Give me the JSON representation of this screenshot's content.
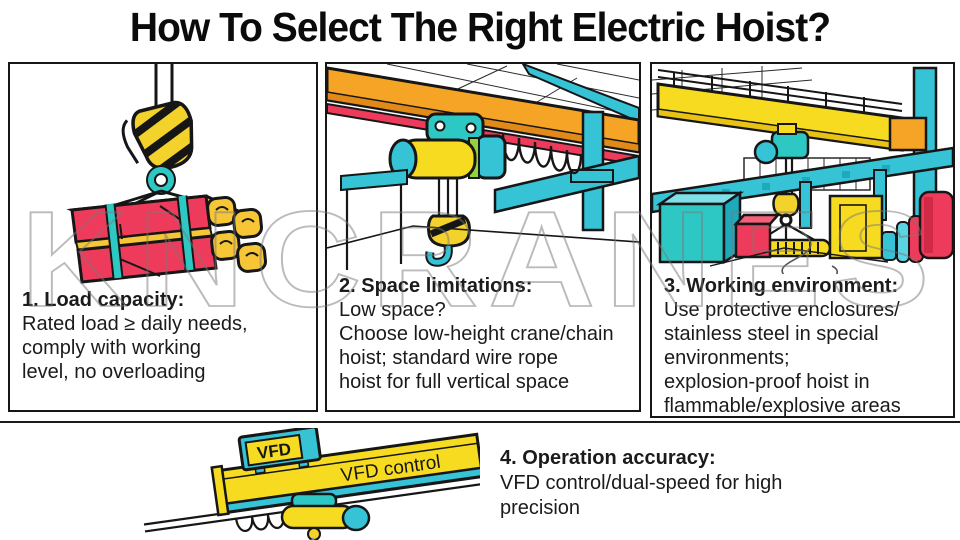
{
  "title": "How To Select The Right Electric Hoist?",
  "watermark": "KNCRANES",
  "panels": {
    "load_capacity": {
      "heading": "1. Load capacity:",
      "lines": [
        "Rated load ≥ daily needs,",
        "comply with working",
        "level, no overloading"
      ]
    },
    "space_limitations": {
      "heading": "2. Space limitations:",
      "lines": [
        "Low space?",
        "Choose low-height crane/chain",
        "hoist; standard wire rope",
        "hoist for full vertical space"
      ]
    },
    "working_environment": {
      "heading": "3. Working environment:",
      "lines": [
        "Use protective enclosures/",
        "stainless steel in special",
        "environments;",
        "explosion-proof hoist in",
        "flammable/explosive areas"
      ]
    },
    "operation_accuracy": {
      "heading": "4. Operation accuracy:",
      "lines": [
        "VFD control/dual-speed for high",
        "precision"
      ]
    }
  },
  "labels": {
    "vfd_box": "VFD",
    "vfd_beam": "VFD control"
  },
  "colors": {
    "yellow": "#F6DB21",
    "gold": "#F6C636",
    "cyan": "#35C3D5",
    "teal": "#2EC8C4",
    "dark_teal": "#1FA9BD",
    "red": "#EF3B5B",
    "dark_red": "#D12A48",
    "orange": "#F6A425",
    "dark_orange": "#E18A1A",
    "green": "#93D23A",
    "outline": "#161616"
  }
}
